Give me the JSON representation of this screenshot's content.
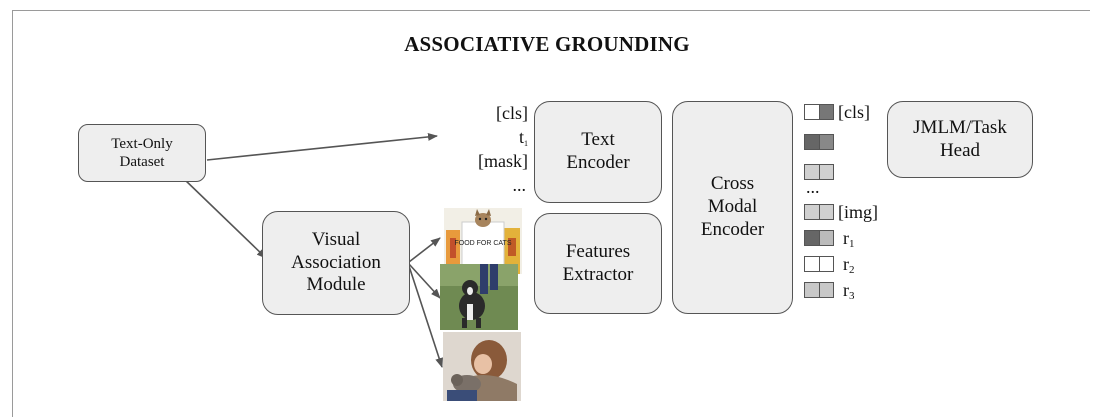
{
  "title": "ASSOCIATIVE GROUNDING",
  "boxes": {
    "dataset": "Text-Only\nDataset",
    "vam": "Visual\nAssociation\nModule",
    "text_encoder": "Text\nEncoder",
    "features": "Features\nExtractor",
    "cross_modal": "Cross\nModal\nEncoder",
    "head": "JMLM/Task\nHead"
  },
  "text_tokens": {
    "cls": "[cls]",
    "t1": "t",
    "t1_sub": "1",
    "mask": "[mask]",
    "dots": "..."
  },
  "output_tokens": {
    "cls": "[cls]",
    "dots": "...",
    "img": "[img]",
    "r": "r",
    "r1_sub": "1",
    "r2_sub": "2",
    "r3_sub": "3"
  },
  "images": {
    "food_text": "FOOD FOR CATS"
  },
  "colors": {
    "box_fill": "#eeeeee",
    "border": "#555555",
    "arrow": "#555555",
    "token_dark": "#666666",
    "token_light": "#cfcfcf",
    "token_white": "#ffffff"
  }
}
